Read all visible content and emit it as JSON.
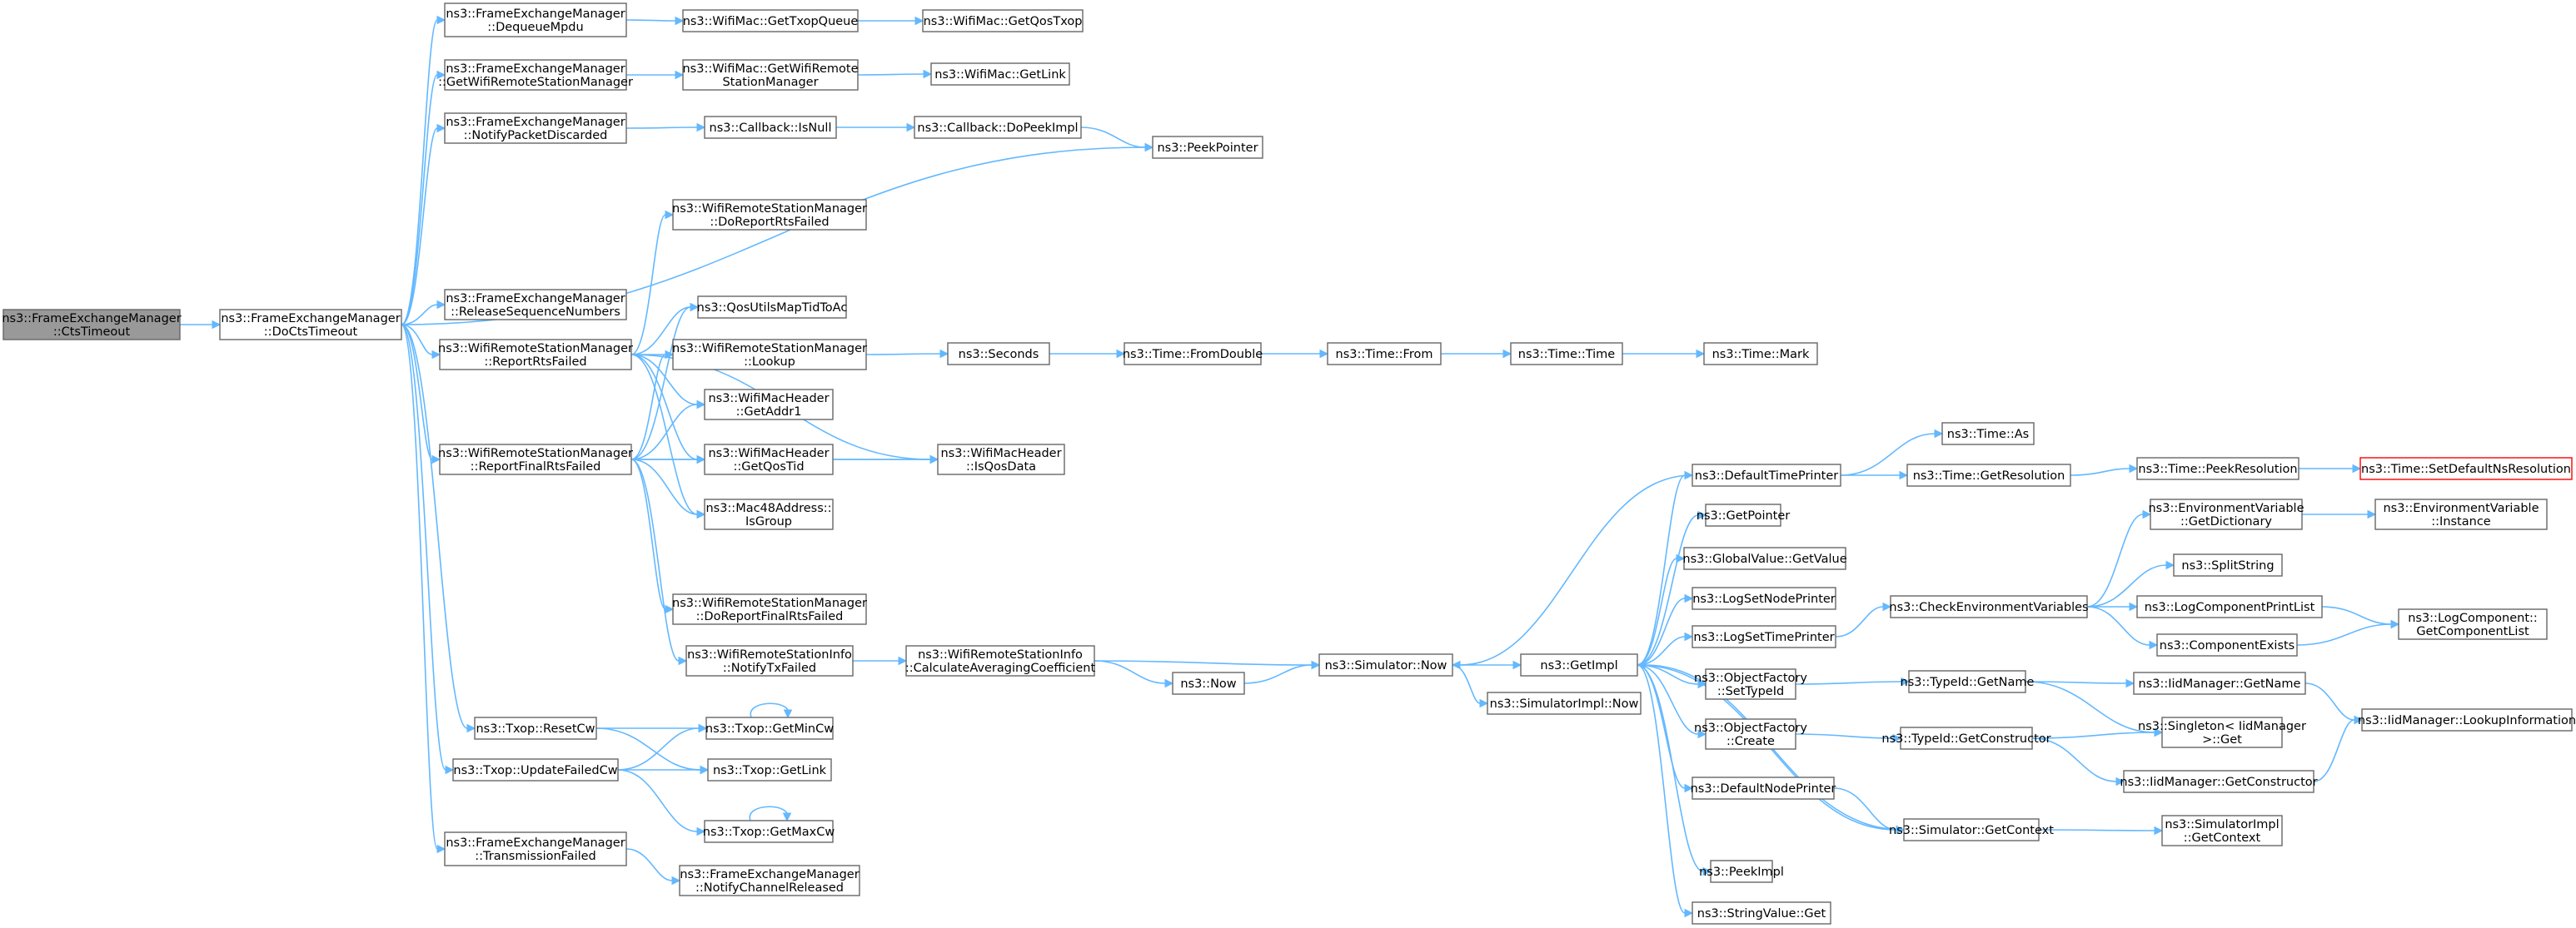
{
  "nodes": [
    {
      "id": "root",
      "lines": [
        "ns3::FrameExchangeManager",
        "::CtsTimeout"
      ],
      "style": "root"
    },
    {
      "id": "doCts",
      "lines": [
        "ns3::FrameExchangeManager",
        "::DoCtsTimeout"
      ]
    },
    {
      "id": "dequeue",
      "lines": [
        "ns3::FrameExchangeManager",
        "::DequeueMpdu"
      ]
    },
    {
      "id": "getWrsm",
      "lines": [
        "ns3::FrameExchangeManager",
        "::GetWifiRemoteStationManager"
      ]
    },
    {
      "id": "notifyPkt",
      "lines": [
        "ns3::FrameExchangeManager",
        "::NotifyPacketDiscarded"
      ]
    },
    {
      "id": "relSeq",
      "lines": [
        "ns3::FrameExchangeManager",
        "::ReleaseSequenceNumbers"
      ]
    },
    {
      "id": "reportRts",
      "lines": [
        "ns3::WifiRemoteStationManager",
        "::ReportRtsFailed"
      ]
    },
    {
      "id": "reportFinal",
      "lines": [
        "ns3::WifiRemoteStationManager",
        "::ReportFinalRtsFailed"
      ]
    },
    {
      "id": "resetCw",
      "lines": [
        "ns3::Txop::ResetCw"
      ]
    },
    {
      "id": "updateCw",
      "lines": [
        "ns3::Txop::UpdateFailedCw"
      ]
    },
    {
      "id": "transFail",
      "lines": [
        "ns3::FrameExchangeManager",
        "::TransmissionFailed"
      ]
    },
    {
      "id": "getTxopQ",
      "lines": [
        "ns3::WifiMac::GetTxopQueue"
      ]
    },
    {
      "id": "getQosTxop",
      "lines": [
        "ns3::WifiMac::GetQosTxop"
      ]
    },
    {
      "id": "macGetWrsm",
      "lines": [
        "ns3::WifiMac::GetWifiRemote",
        "StationManager"
      ]
    },
    {
      "id": "getLink",
      "lines": [
        "ns3::WifiMac::GetLink"
      ]
    },
    {
      "id": "cbIsNull",
      "lines": [
        "ns3::Callback::IsNull"
      ]
    },
    {
      "id": "cbPeek",
      "lines": [
        "ns3::Callback::DoPeekImpl"
      ]
    },
    {
      "id": "peekPtr",
      "lines": [
        "ns3::PeekPointer"
      ]
    },
    {
      "id": "doRepRts",
      "lines": [
        "ns3::WifiRemoteStationManager",
        "::DoReportRtsFailed"
      ]
    },
    {
      "id": "qosMap",
      "lines": [
        "ns3::QosUtilsMapTidToAc"
      ]
    },
    {
      "id": "lookup",
      "lines": [
        "ns3::WifiRemoteStationManager",
        "::Lookup"
      ]
    },
    {
      "id": "addr1",
      "lines": [
        "ns3::WifiMacHeader",
        "::GetAddr1"
      ]
    },
    {
      "id": "qosTid",
      "lines": [
        "ns3::WifiMacHeader",
        "::GetQosTid"
      ]
    },
    {
      "id": "isQos",
      "lines": [
        "ns3::WifiMacHeader",
        "::IsQosData"
      ]
    },
    {
      "id": "isGroup",
      "lines": [
        "ns3::Mac48Address::",
        "IsGroup"
      ]
    },
    {
      "id": "doRepFinal",
      "lines": [
        "ns3::WifiRemoteStationManager",
        "::DoReportFinalRtsFailed"
      ]
    },
    {
      "id": "notifyTx",
      "lines": [
        "ns3::WifiRemoteStationInfo",
        "::NotifyTxFailed"
      ]
    },
    {
      "id": "calcAvg",
      "lines": [
        "ns3::WifiRemoteStationInfo",
        "::CalculateAveragingCoefficient"
      ]
    },
    {
      "id": "now",
      "lines": [
        "ns3::Now"
      ]
    },
    {
      "id": "simNow",
      "lines": [
        "ns3::Simulator::Now"
      ]
    },
    {
      "id": "simImplNow",
      "lines": [
        "ns3::SimulatorImpl::Now"
      ]
    },
    {
      "id": "getImpl",
      "lines": [
        "ns3::GetImpl"
      ]
    },
    {
      "id": "seconds",
      "lines": [
        "ns3::Seconds"
      ]
    },
    {
      "id": "fromDouble",
      "lines": [
        "ns3::Time::FromDouble"
      ]
    },
    {
      "id": "timeFrom",
      "lines": [
        "ns3::Time::From"
      ]
    },
    {
      "id": "timeTime",
      "lines": [
        "ns3::Time::Time"
      ]
    },
    {
      "id": "timeMark",
      "lines": [
        "ns3::Time::Mark"
      ]
    },
    {
      "id": "getMinCw",
      "lines": [
        "ns3::Txop::GetMinCw"
      ]
    },
    {
      "id": "txopLink",
      "lines": [
        "ns3::Txop::GetLink"
      ]
    },
    {
      "id": "getMaxCw",
      "lines": [
        "ns3::Txop::GetMaxCw"
      ]
    },
    {
      "id": "notifyChan",
      "lines": [
        "ns3::FrameExchangeManager",
        "::NotifyChannelReleased"
      ]
    },
    {
      "id": "defTimePr",
      "lines": [
        "ns3::DefaultTimePrinter"
      ]
    },
    {
      "id": "timeAs",
      "lines": [
        "ns3::Time::As"
      ]
    },
    {
      "id": "getRes",
      "lines": [
        "ns3::Time::GetResolution"
      ]
    },
    {
      "id": "peekRes",
      "lines": [
        "ns3::Time::PeekResolution"
      ]
    },
    {
      "id": "setDefRes",
      "lines": [
        "ns3::Time::SetDefaultNsResolution"
      ],
      "style": "trunc"
    },
    {
      "id": "getPointer",
      "lines": [
        "ns3::GetPointer"
      ]
    },
    {
      "id": "gvGetValue",
      "lines": [
        "ns3::GlobalValue::GetValue"
      ]
    },
    {
      "id": "logNode",
      "lines": [
        "ns3::LogSetNodePrinter"
      ]
    },
    {
      "id": "logTime",
      "lines": [
        "ns3::LogSetTimePrinter"
      ]
    },
    {
      "id": "ofSetType",
      "lines": [
        "ns3::ObjectFactory",
        "::SetTypeId"
      ]
    },
    {
      "id": "ofCreate",
      "lines": [
        "ns3::ObjectFactory",
        "::Create"
      ]
    },
    {
      "id": "defNodePr",
      "lines": [
        "ns3::DefaultNodePrinter"
      ]
    },
    {
      "id": "peekImpl",
      "lines": [
        "ns3::PeekImpl"
      ]
    },
    {
      "id": "svGet",
      "lines": [
        "ns3::StringValue::Get"
      ]
    },
    {
      "id": "checkEnv",
      "lines": [
        "ns3::CheckEnvironmentVariables"
      ]
    },
    {
      "id": "envGetDict",
      "lines": [
        "ns3::EnvironmentVariable",
        "::GetDictionary"
      ]
    },
    {
      "id": "envInst",
      "lines": [
        "ns3::EnvironmentVariable",
        "::Instance"
      ]
    },
    {
      "id": "splitStr",
      "lines": [
        "ns3::SplitString"
      ]
    },
    {
      "id": "logCompPL",
      "lines": [
        "ns3::LogComponentPrintList"
      ]
    },
    {
      "id": "compExists",
      "lines": [
        "ns3::ComponentExists"
      ]
    },
    {
      "id": "logCompGCL",
      "lines": [
        "ns3::LogComponent::",
        "GetComponentList"
      ]
    },
    {
      "id": "tidGetName",
      "lines": [
        "ns3::TypeId::GetName"
      ]
    },
    {
      "id": "tidGetCons",
      "lines": [
        "ns3::TypeId::GetConstructor"
      ]
    },
    {
      "id": "iidGetName",
      "lines": [
        "ns3::IidManager::GetName"
      ]
    },
    {
      "id": "singleton",
      "lines": [
        "ns3::Singleton< IidManager",
        ">::Get"
      ]
    },
    {
      "id": "iidGetCons",
      "lines": [
        "ns3::IidManager::GetConstructor"
      ]
    },
    {
      "id": "iidLookup",
      "lines": [
        "ns3::IidManager::LookupInformation"
      ]
    },
    {
      "id": "simGetCtx",
      "lines": [
        "ns3::Simulator::GetContext"
      ]
    },
    {
      "id": "simImplCtx",
      "lines": [
        "ns3::SimulatorImpl",
        "::GetContext"
      ]
    }
  ],
  "edges": [
    [
      "root",
      "doCts"
    ],
    [
      "doCts",
      "dequeue"
    ],
    [
      "doCts",
      "getWrsm"
    ],
    [
      "doCts",
      "notifyPkt"
    ],
    [
      "doCts",
      "peekPtr"
    ],
    [
      "doCts",
      "relSeq"
    ],
    [
      "doCts",
      "reportRts"
    ],
    [
      "doCts",
      "reportFinal"
    ],
    [
      "doCts",
      "resetCw"
    ],
    [
      "doCts",
      "updateCw"
    ],
    [
      "doCts",
      "transFail"
    ],
    [
      "dequeue",
      "getTxopQ"
    ],
    [
      "getTxopQ",
      "getQosTxop"
    ],
    [
      "getWrsm",
      "macGetWrsm"
    ],
    [
      "macGetWrsm",
      "getLink"
    ],
    [
      "notifyPkt",
      "cbIsNull"
    ],
    [
      "cbIsNull",
      "cbPeek"
    ],
    [
      "cbPeek",
      "peekPtr"
    ],
    [
      "reportRts",
      "doRepRts"
    ],
    [
      "reportRts",
      "qosMap"
    ],
    [
      "reportRts",
      "lookup"
    ],
    [
      "reportRts",
      "addr1"
    ],
    [
      "reportRts",
      "qosTid"
    ],
    [
      "reportRts",
      "isQos"
    ],
    [
      "reportRts",
      "isGroup"
    ],
    [
      "reportFinal",
      "qosMap"
    ],
    [
      "reportFinal",
      "lookup"
    ],
    [
      "reportFinal",
      "addr1"
    ],
    [
      "reportFinal",
      "qosTid"
    ],
    [
      "reportFinal",
      "isQos"
    ],
    [
      "reportFinal",
      "isGroup"
    ],
    [
      "reportFinal",
      "doRepFinal"
    ],
    [
      "reportFinal",
      "notifyTx"
    ],
    [
      "lookup",
      "seconds"
    ],
    [
      "seconds",
      "fromDouble"
    ],
    [
      "fromDouble",
      "timeFrom"
    ],
    [
      "timeFrom",
      "timeTime"
    ],
    [
      "timeTime",
      "timeMark"
    ],
    [
      "qosTid",
      "isQos"
    ],
    [
      "notifyTx",
      "calcAvg"
    ],
    [
      "calcAvg",
      "now"
    ],
    [
      "calcAvg",
      "simNow"
    ],
    [
      "now",
      "simNow"
    ],
    [
      "simNow",
      "getImpl"
    ],
    [
      "simNow",
      "simImplNow"
    ],
    [
      "resetCw",
      "getMinCw"
    ],
    [
      "resetCw",
      "txopLink"
    ],
    [
      "updateCw",
      "getMinCw"
    ],
    [
      "updateCw",
      "txopLink"
    ],
    [
      "updateCw",
      "getMaxCw"
    ],
    [
      "getMinCw",
      "getMinCw"
    ],
    [
      "getMaxCw",
      "getMaxCw"
    ],
    [
      "transFail",
      "notifyChan"
    ],
    [
      "getImpl",
      "defTimePr"
    ],
    [
      "getImpl",
      "getPointer"
    ],
    [
      "getImpl",
      "gvGetValue"
    ],
    [
      "getImpl",
      "logNode"
    ],
    [
      "getImpl",
      "logTime"
    ],
    [
      "getImpl",
      "ofSetType"
    ],
    [
      "getImpl",
      "ofCreate"
    ],
    [
      "getImpl",
      "defNodePr"
    ],
    [
      "getImpl",
      "simGetCtx"
    ],
    [
      "getImpl",
      "peekImpl"
    ],
    [
      "getImpl",
      "svGet"
    ],
    [
      "defTimePr",
      "simNow"
    ],
    [
      "defTimePr",
      "timeAs"
    ],
    [
      "defTimePr",
      "getRes"
    ],
    [
      "getRes",
      "peekRes"
    ],
    [
      "peekRes",
      "setDefRes"
    ],
    [
      "logTime",
      "checkEnv"
    ],
    [
      "checkEnv",
      "envGetDict"
    ],
    [
      "checkEnv",
      "splitStr"
    ],
    [
      "checkEnv",
      "logCompPL"
    ],
    [
      "checkEnv",
      "compExists"
    ],
    [
      "envGetDict",
      "envInst"
    ],
    [
      "logCompPL",
      "logCompGCL"
    ],
    [
      "compExists",
      "logCompGCL"
    ],
    [
      "ofSetType",
      "tidGetName"
    ],
    [
      "tidGetName",
      "iidGetName"
    ],
    [
      "tidGetName",
      "singleton"
    ],
    [
      "ofCreate",
      "tidGetCons"
    ],
    [
      "tidGetCons",
      "singleton"
    ],
    [
      "tidGetCons",
      "iidGetCons"
    ],
    [
      "iidGetName",
      "iidLookup"
    ],
    [
      "iidGetCons",
      "iidLookup"
    ],
    [
      "defNodePr",
      "simGetCtx"
    ],
    [
      "simGetCtx",
      "getImpl"
    ],
    [
      "simGetCtx",
      "simImplCtx"
    ]
  ]
}
